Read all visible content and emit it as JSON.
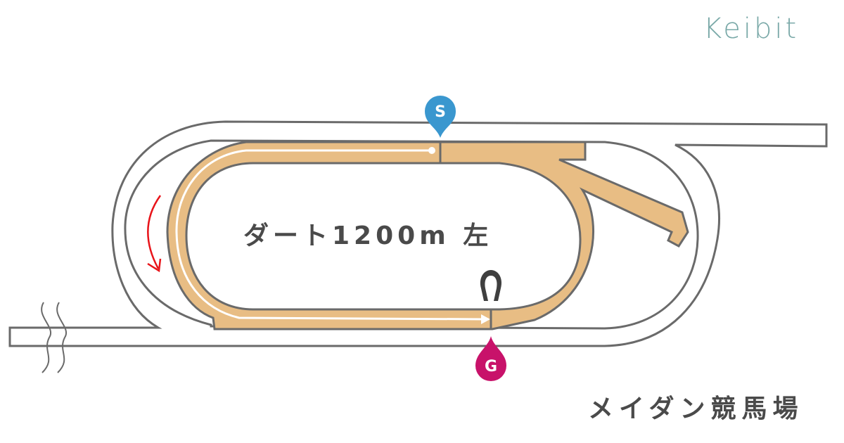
{
  "brand": {
    "name": "Keibit",
    "color": "#7aa9a8"
  },
  "course": {
    "label": "ダート1200m 左",
    "surface": "ダート",
    "distance": "1200m",
    "direction": "左"
  },
  "venue": {
    "name": "メイダン競馬場"
  },
  "markers": {
    "start": {
      "label": "S",
      "color": "#3a97cf"
    },
    "goal": {
      "label": "G",
      "color": "#c8126a"
    }
  },
  "icons": {
    "direction_arrow": "curved-arrow-counterclockwise",
    "horseshoe": "horseshoe-icon",
    "break_mark": "wavy-break-lines"
  },
  "colors": {
    "dirt_track": "#e8bd84",
    "outline": "#6a6a6a",
    "direction_arrow": "#e8141a",
    "text": "#4a4a4a"
  }
}
